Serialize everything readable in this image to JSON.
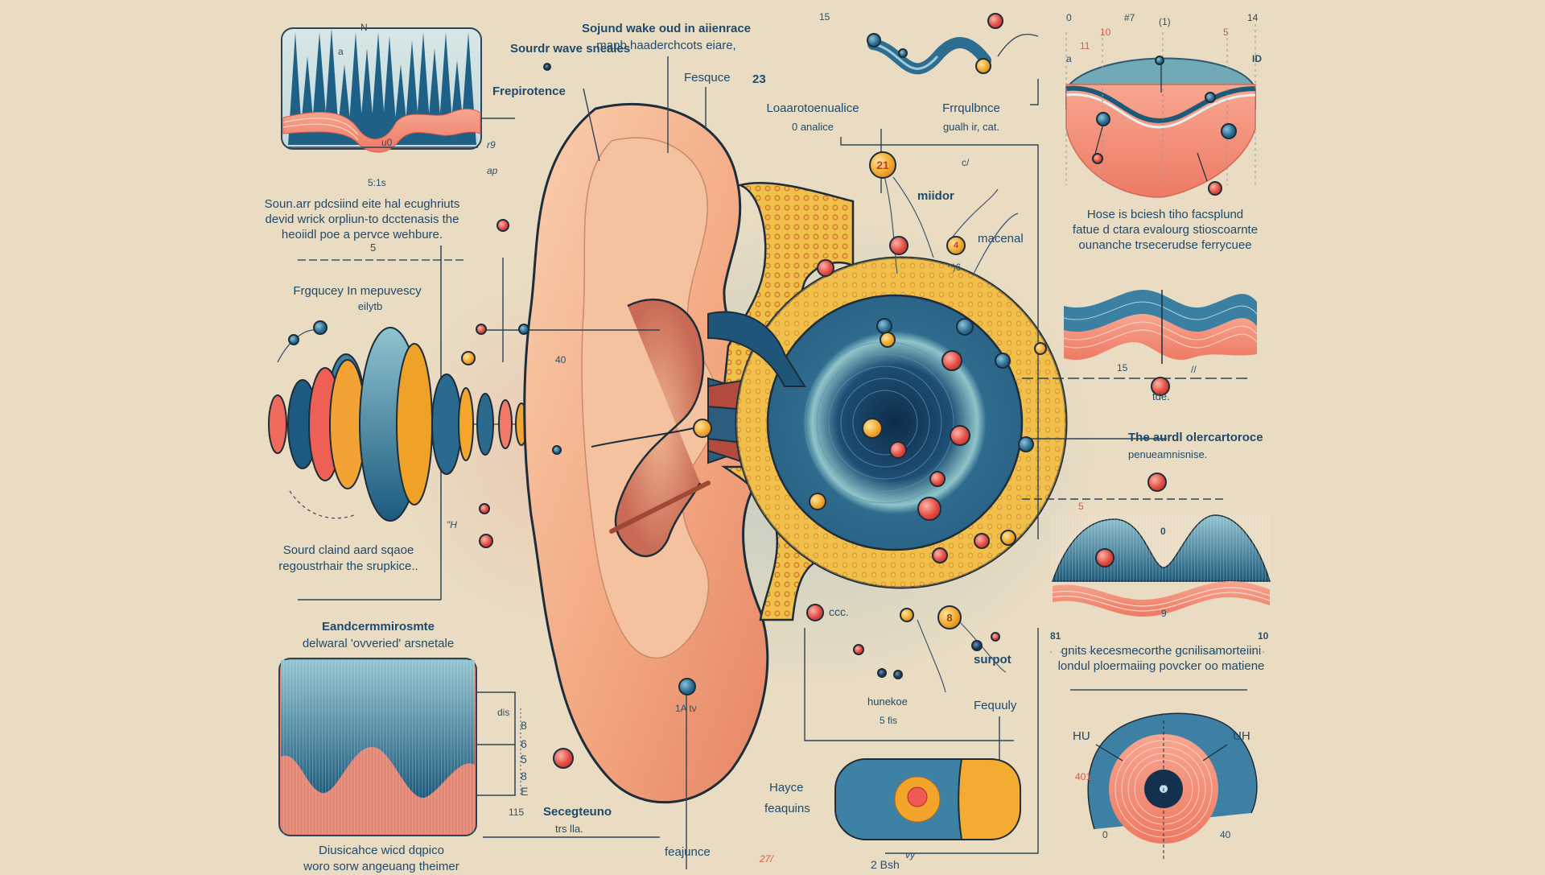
{
  "illustration": {
    "subject": "Ear anatomy and sound wave diagram",
    "colors": {
      "background": "#e9dcc3",
      "text": "#1f4a6b",
      "teal": "#2c6f93",
      "navy": "#17405e",
      "coral": "#f08a72",
      "gold": "#f0a72c",
      "skin": "#f4b08a",
      "red": "#e24b42"
    }
  },
  "top": {
    "waveform_ticks": [
      "N",
      "II",
      "II",
      "II"
    ],
    "waveform_mark": "a",
    "waveform_inner": "u0",
    "waveform_time": "5:1s",
    "side_marks": [
      "r9",
      "ap"
    ],
    "label_sound_wave": "Sourdr wave sneales",
    "label_frequence": "Frepirotence",
    "label_sound_wake_1": "Sojund wake oud in aiienrace",
    "label_sound_wake_2": "mapb haaderchcots eiare,",
    "label_fesque": "Fesquce",
    "num_23": "23",
    "num_15": "15",
    "label_loud_1": "Loaarotoenualice",
    "label_loud_2": "0 analice",
    "label_freq_1": "Frrqulbnce",
    "label_freq_2": "gualh ir, cat."
  },
  "left": {
    "paragraph": [
      "Soun.arr pdcsiind eite  hal ecughriuts",
      "devid wrick orpliun-to dcctenasis the",
      "heoiidl poe a pervce wehbure."
    ],
    "num_5": "5",
    "label_freq_1": "Frgqucey In mepuvescy",
    "label_freq_2": "eilytb",
    "num_40": "40",
    "mark_h": "\"H",
    "label_sound_1": "Sourd claind aard sqaoe",
    "label_sound_2": "regoustrhair the srupkice..",
    "label_endo_1": "Eandcermmirosmte",
    "label_endo_2": "delwaral 'ovveried' arsnetale",
    "bracket_top": "dis",
    "bracket_numbers": [
      "8",
      "6",
      "5",
      "8",
      "E"
    ],
    "bracket_bottom": "115",
    "label_dist_1": "Diusicahce wicd dqpico",
    "label_dist_2": "woro sorw angeuang theimer"
  },
  "center": {
    "badge_21": "21",
    "badge_4": "4",
    "badge_8": "8",
    "label_midor": "miidor",
    "label_macenal": "macenal",
    "mark_1": "c/",
    "mark_2": "^)6",
    "mark_cc": "ccc.",
    "label_surpot": "surpot",
    "label_hunekoe": "hunekoe",
    "label_5fs": "5 fis",
    "label_fequly": "Fequuly",
    "lobe_label": "1A  tv",
    "label_segment_1": "Secegteuno",
    "label_segment_2": "trs lla.",
    "label_hayc_1": "Hayce",
    "label_hayc_2": "feaquins",
    "label_feaj": "feajunce",
    "num_27": "27/",
    "num_28": "2 Bsh",
    "mark_v": "vy"
  },
  "right": {
    "top_numbers": [
      "0",
      "#7",
      "(1)",
      "14",
      "10",
      "5",
      "11",
      "ID",
      "a"
    ],
    "para_1": [
      "Hose is bciesh tiho facsplund",
      "fatue d ctara evalourg stioscoarnte",
      "ounanche trsecerudse ferrycuee"
    ],
    "num_15": "15",
    "mark_2": "//",
    "label_ide": "tde.",
    "label_auditory_1": "The aurdl olercartoroce",
    "label_auditory_2": "penueamnisnise.",
    "num_5": "5",
    "num_0": "0",
    "num_9": "9",
    "scale_left": "81",
    "scale_right": "10",
    "para_2": [
      "gnits kecesmecorthe gcnilisamorteiini",
      "londul ploermaiing povcker oo matiene"
    ],
    "label_hu": "HU",
    "label_uh": "UH",
    "num_401": "401",
    "num_0b": "0",
    "num_40b": "40"
  }
}
